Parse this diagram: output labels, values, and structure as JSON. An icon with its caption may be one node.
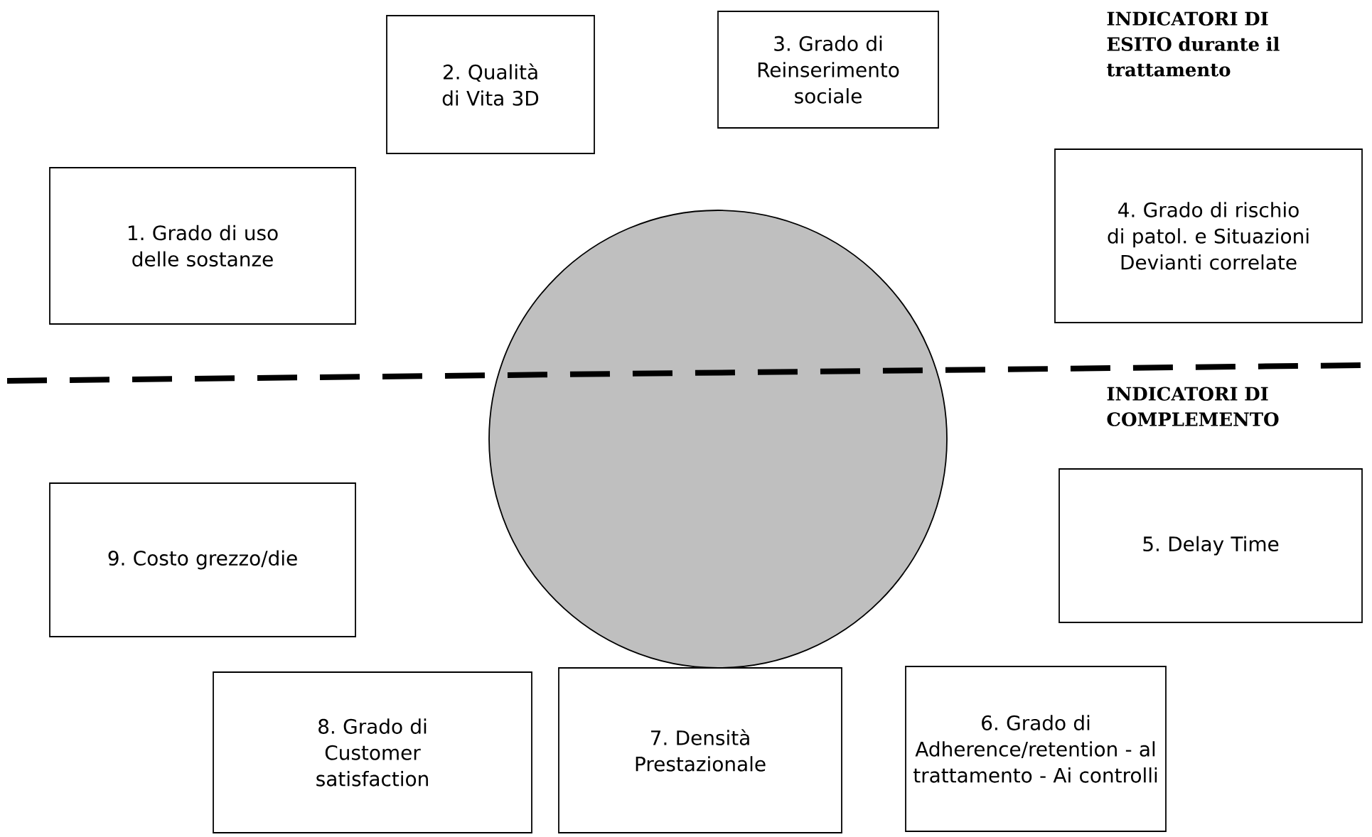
{
  "diagram": {
    "nodes": [
      {
        "text": [
          "1. Grado di uso delle sostanze"
        ]
      },
      {
        "text": [
          "2. Qualità di Vita 3D"
        ]
      },
      {
        "text": [
          "3. Grado di Reinserimento sociale"
        ]
      },
      {
        "text": [
          "4. Grado di rischio di patol. e Situazioni Devianti correlate"
        ]
      },
      {
        "text": [
          "5. Delay Time"
        ]
      },
      {
        "text": [
          "6. Grado di Adherence/retention - al trattamento - Ai controlli"
        ]
      },
      {
        "text": [
          "7. Densità Prestazionale"
        ]
      },
      {
        "text": [
          "8. Grado di Customer satisfaction"
        ]
      },
      {
        "text": [
          "9. Costo grezzo/die"
        ]
      },
      {
        "text": [],
        "shape": "circle"
      }
    ],
    "labels": [
      "INDICATORI DI ESITO durante il trattamento",
      "INDICATORI DI COMPLEMENTO"
    ]
  }
}
